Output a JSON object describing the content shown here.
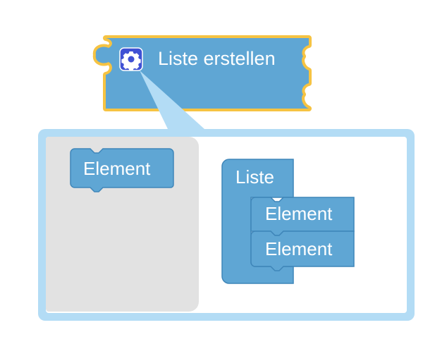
{
  "main_block": {
    "label": "Liste erstellen",
    "icon": "gear-icon",
    "color": "#5fa6d4",
    "highlight_color": "#f6c342"
  },
  "mutator": {
    "flyout": {
      "block_label": "Element"
    },
    "workspace": {
      "container_label": "Liste",
      "items": [
        {
          "label": "Element"
        },
        {
          "label": "Element"
        }
      ]
    },
    "border_color": "#b3dcf5",
    "flyout_color": "#e2e2e2"
  }
}
